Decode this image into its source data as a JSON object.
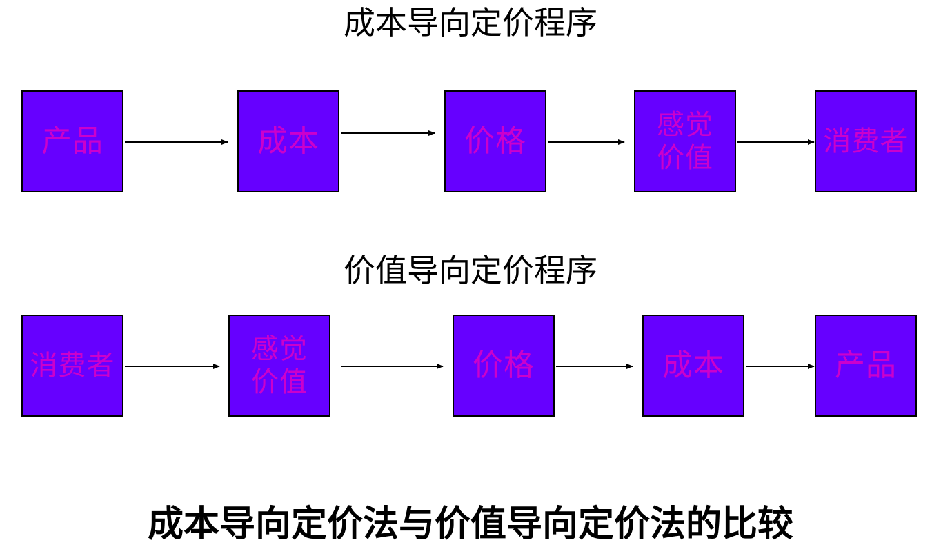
{
  "cost_flow": {
    "title": "成本导向定价程序",
    "steps": [
      {
        "lines": [
          "产品"
        ]
      },
      {
        "lines": [
          "成本"
        ]
      },
      {
        "lines": [
          "价格"
        ]
      },
      {
        "lines": [
          "感觉",
          "价值"
        ]
      },
      {
        "lines": [
          "消费者"
        ]
      }
    ]
  },
  "value_flow": {
    "title": "价值导向定价程序",
    "steps": [
      {
        "lines": [
          "消费者"
        ]
      },
      {
        "lines": [
          "感觉",
          "价值"
        ]
      },
      {
        "lines": [
          "价格"
        ]
      },
      {
        "lines": [
          "成本"
        ]
      },
      {
        "lines": [
          "产品"
        ]
      }
    ]
  },
  "footer": "成本导向定价法与价值导向定价法的比较",
  "colors": {
    "box_fill": "#6600ff",
    "box_text": "#cc00cc",
    "arrow": "#000000"
  }
}
